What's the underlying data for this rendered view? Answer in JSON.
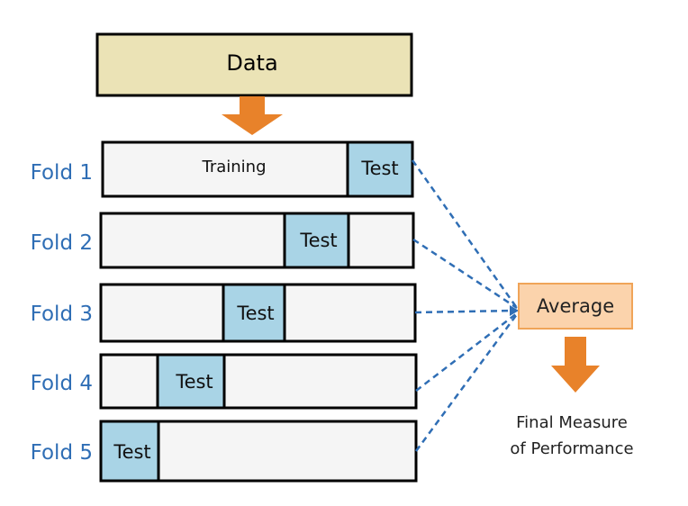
{
  "colors": {
    "data_fill": "#ebe3b6",
    "arrow_fill": "#e8822a",
    "test_fill": "#a9d4e6",
    "training_fill": "#f5f5f5",
    "fold_label": "#2f6eb5",
    "connector": "#2f6eb5",
    "average_fill": "#fbd3ac",
    "average_stroke": "#f0a458"
  },
  "data_box": {
    "label": "Data"
  },
  "training_label": "Training",
  "folds": [
    {
      "label": "Fold 1",
      "test_label": "Test",
      "test_index": 5
    },
    {
      "label": "Fold 2",
      "test_label": "Test",
      "test_index": 4
    },
    {
      "label": "Fold 3",
      "test_label": "Test",
      "test_index": 3
    },
    {
      "label": "Fold 4",
      "test_label": "Test",
      "test_index": 2
    },
    {
      "label": "Fold 5",
      "test_label": "Test",
      "test_index": 1
    }
  ],
  "average": {
    "label": "Average"
  },
  "result": {
    "line1": "Final Measure",
    "line2": "of Performance"
  }
}
